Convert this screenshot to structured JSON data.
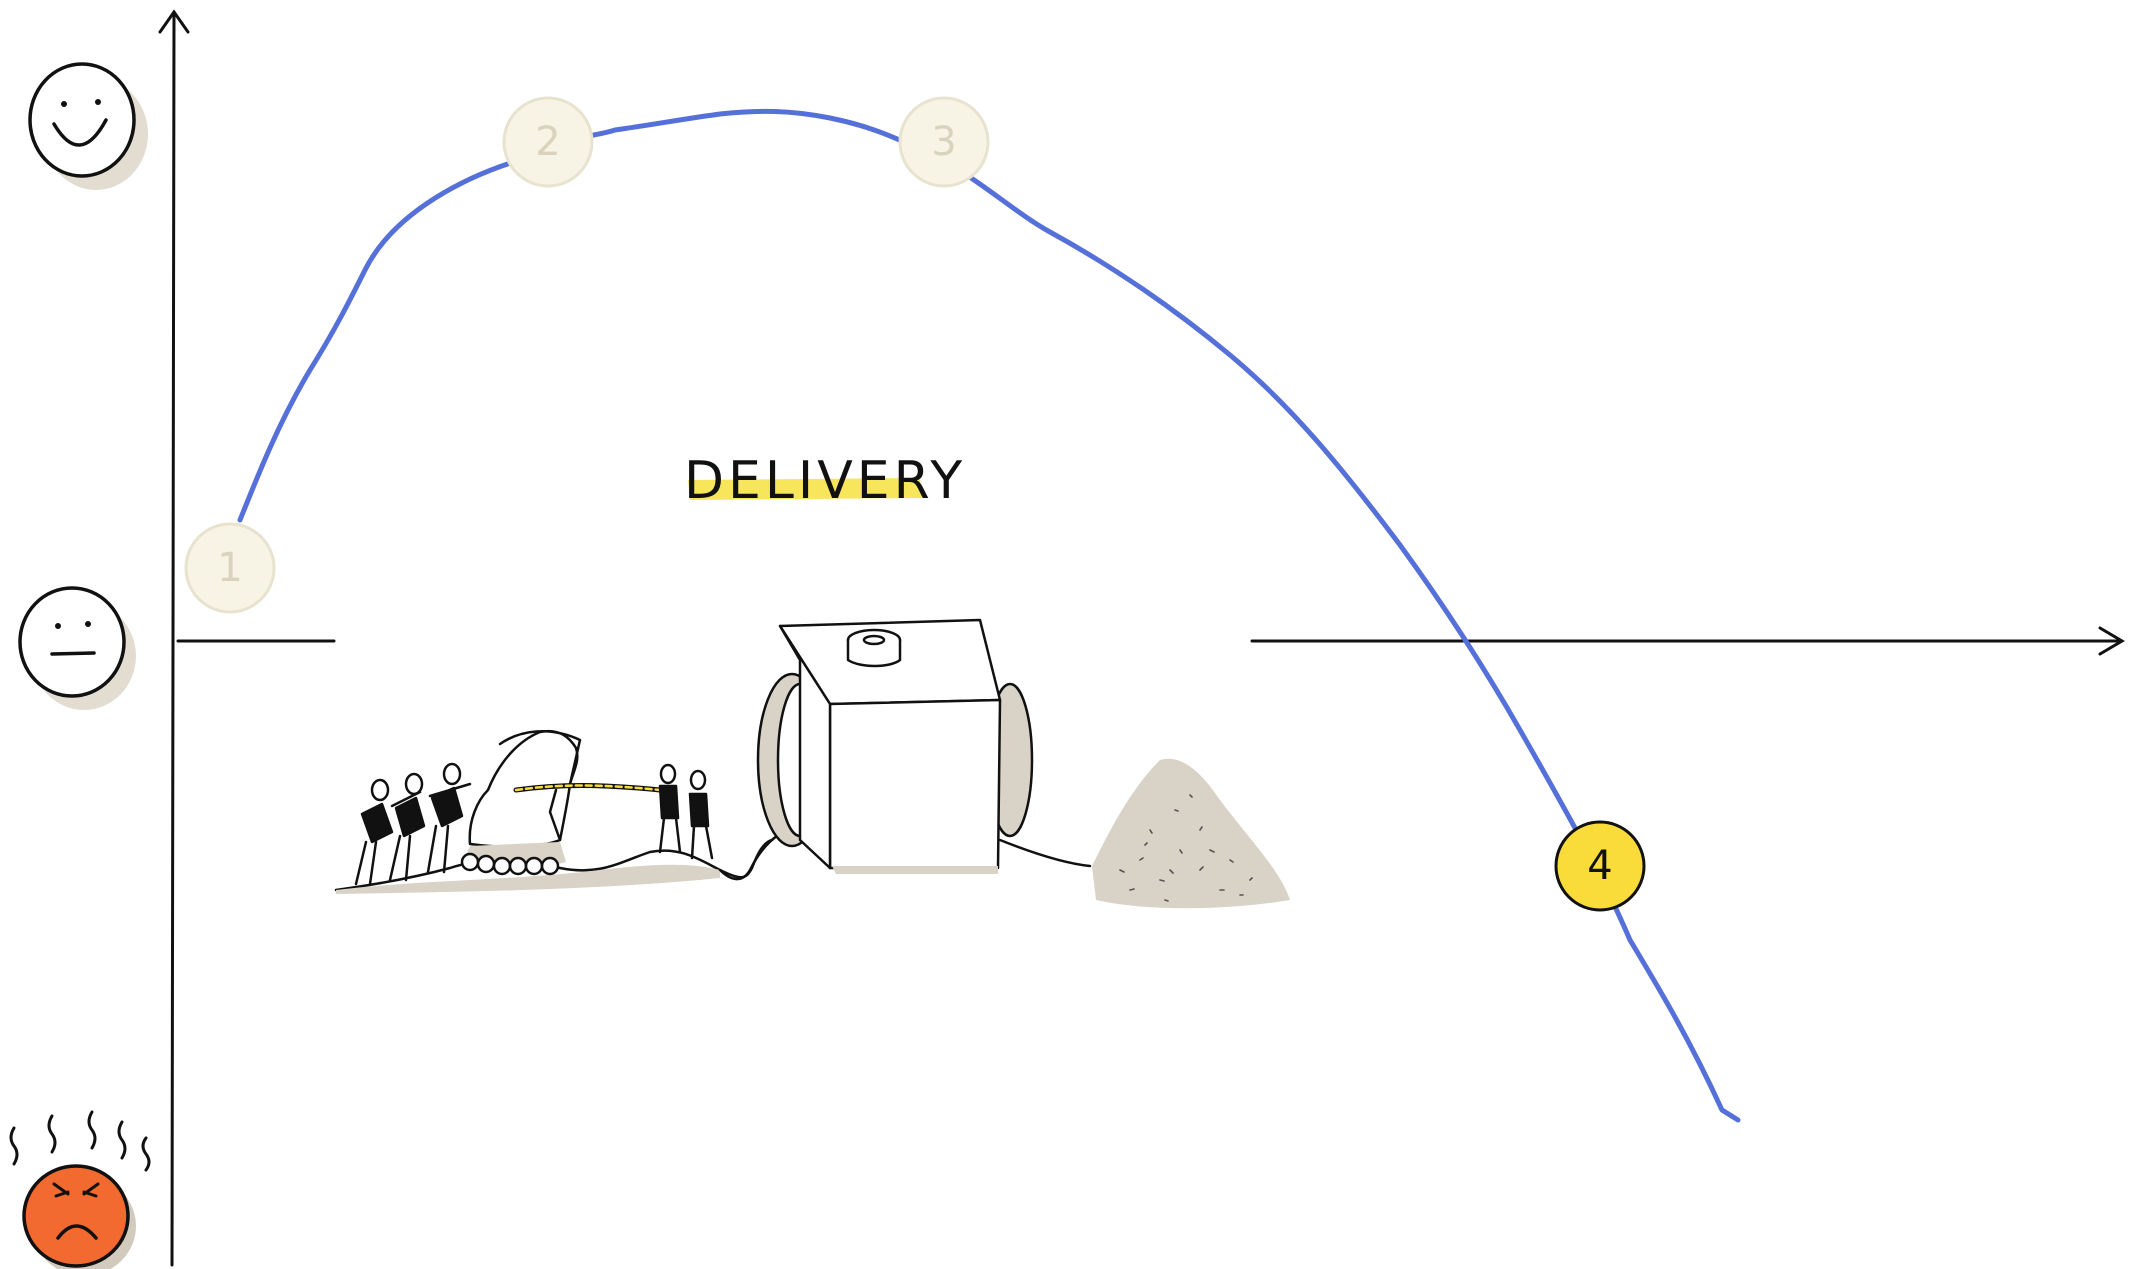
{
  "diagram": {
    "title": "DELIVERY",
    "markers": [
      {
        "label": "1",
        "state": "faded"
      },
      {
        "label": "2",
        "state": "faded"
      },
      {
        "label": "3",
        "state": "faded"
      },
      {
        "label": "4",
        "state": "active"
      }
    ],
    "faces": [
      {
        "mood": "happy",
        "color": "#ffffff"
      },
      {
        "mood": "neutral",
        "color": "#ffffff"
      },
      {
        "mood": "angry",
        "color": "#f26a30"
      }
    ]
  },
  "colors": {
    "curve": "#5570d8",
    "axis": "#111111",
    "marker_faded_fill": "#f7f4e6",
    "marker_faded_stroke": "#e7e3cf",
    "marker_active_fill": "#f9dc3a",
    "highlight": "#f6e24a",
    "sketch_shade": "#d8d3c6"
  }
}
